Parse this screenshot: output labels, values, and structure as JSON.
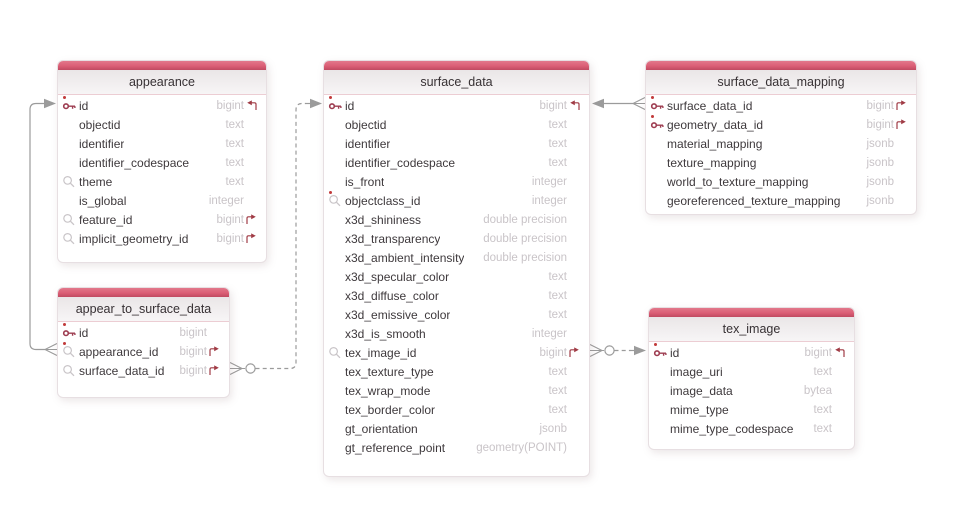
{
  "tables": [
    {
      "name": "appearance",
      "columns": [
        {
          "name": "id",
          "type": "bigint",
          "icon": "primary-key",
          "dot": true,
          "ref": "referenced-by"
        },
        {
          "name": "objectid",
          "type": "text"
        },
        {
          "name": "identifier",
          "type": "text"
        },
        {
          "name": "identifier_codespace",
          "type": "text"
        },
        {
          "name": "theme",
          "type": "text",
          "icon": "index"
        },
        {
          "name": "is_global",
          "type": "integer"
        },
        {
          "name": "feature_id",
          "type": "bigint",
          "icon": "index",
          "ref": "foreign-key"
        },
        {
          "name": "implicit_geometry_id",
          "type": "bigint",
          "icon": "index",
          "ref": "foreign-key"
        }
      ]
    },
    {
      "name": "appear_to_surface_data",
      "columns": [
        {
          "name": "id",
          "type": "bigint",
          "icon": "primary-key",
          "dot": true
        },
        {
          "name": "appearance_id",
          "type": "bigint",
          "icon": "index",
          "dot": true,
          "ref": "foreign-key"
        },
        {
          "name": "surface_data_id",
          "type": "bigint",
          "icon": "index",
          "ref": "foreign-key"
        }
      ]
    },
    {
      "name": "surface_data",
      "columns": [
        {
          "name": "id",
          "type": "bigint",
          "icon": "primary-key",
          "dot": true,
          "ref": "referenced-by"
        },
        {
          "name": "objectid",
          "type": "text"
        },
        {
          "name": "identifier",
          "type": "text"
        },
        {
          "name": "identifier_codespace",
          "type": "text"
        },
        {
          "name": "is_front",
          "type": "integer"
        },
        {
          "name": "objectclass_id",
          "type": "integer",
          "icon": "index",
          "dot": true
        },
        {
          "name": "x3d_shininess",
          "type": "double precision"
        },
        {
          "name": "x3d_transparency",
          "type": "double precision"
        },
        {
          "name": "x3d_ambient_intensity",
          "type": "double precision"
        },
        {
          "name": "x3d_specular_color",
          "type": "text"
        },
        {
          "name": "x3d_diffuse_color",
          "type": "text"
        },
        {
          "name": "x3d_emissive_color",
          "type": "text"
        },
        {
          "name": "x3d_is_smooth",
          "type": "integer"
        },
        {
          "name": "tex_image_id",
          "type": "bigint",
          "icon": "index",
          "ref": "foreign-key"
        },
        {
          "name": "tex_texture_type",
          "type": "text"
        },
        {
          "name": "tex_wrap_mode",
          "type": "text"
        },
        {
          "name": "tex_border_color",
          "type": "text"
        },
        {
          "name": "gt_orientation",
          "type": "jsonb"
        },
        {
          "name": "gt_reference_point",
          "type": "geometry(POINT)"
        }
      ]
    },
    {
      "name": "surface_data_mapping",
      "columns": [
        {
          "name": "surface_data_id",
          "type": "bigint",
          "icon": "primary-key",
          "dot": true,
          "ref": "foreign-key"
        },
        {
          "name": "geometry_data_id",
          "type": "bigint",
          "icon": "primary-key",
          "dot": true,
          "ref": "foreign-key"
        },
        {
          "name": "material_mapping",
          "type": "jsonb"
        },
        {
          "name": "texture_mapping",
          "type": "jsonb"
        },
        {
          "name": "world_to_texture_mapping",
          "type": "jsonb"
        },
        {
          "name": "georeferenced_texture_mapping",
          "type": "jsonb"
        }
      ]
    },
    {
      "name": "tex_image",
      "columns": [
        {
          "name": "id",
          "type": "bigint",
          "icon": "primary-key",
          "dot": true,
          "ref": "referenced-by"
        },
        {
          "name": "image_uri",
          "type": "text"
        },
        {
          "name": "image_data",
          "type": "bytea"
        },
        {
          "name": "mime_type",
          "type": "text"
        },
        {
          "name": "mime_type_codespace",
          "type": "text"
        }
      ]
    }
  ],
  "relationships": [
    {
      "from": "appear_to_surface_data.appearance_id",
      "to": "appearance.id",
      "line": "solid",
      "from_marker": "many",
      "to_marker": "arrow"
    },
    {
      "from": "appear_to_surface_data.surface_data_id",
      "to": "surface_data.id",
      "line": "dashed",
      "from_marker": "zero-or-many",
      "to_marker": "arrow"
    },
    {
      "from": "surface_data_mapping.surface_data_id",
      "to": "surface_data.id",
      "line": "solid",
      "from_marker": "many",
      "to_marker": "arrow"
    },
    {
      "from": "surface_data.tex_image_id",
      "to": "tex_image.id",
      "line": "dashed",
      "from_marker": "zero-or-many",
      "to_marker": "arrow"
    }
  ],
  "icons": {
    "primary-key": "key-icon",
    "index": "magnifier-icon",
    "foreign-key": "ref-out-icon",
    "referenced-by": "ref-in-icon"
  },
  "colors": {
    "header_bar": "#db5f76",
    "header_bar_dark": "#c04b61",
    "title_bg": "#eae6e7",
    "title_divider": "#eccdd3",
    "column_name": "#3e393c",
    "column_type": "#c9c4c8",
    "key_icon": "#9d3c50",
    "ref_icon": "#a03b45",
    "index_icon": "#c9c5c8",
    "relationship_line": "#9b9b9b",
    "dot": "#c23a3a"
  }
}
